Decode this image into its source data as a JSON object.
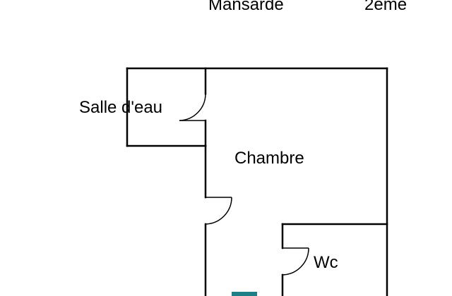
{
  "header": {
    "floor_name": "Mansarde",
    "floor_level": "2eme"
  },
  "rooms": {
    "bathroom": "Salle d'eau",
    "bedroom": "Chambre",
    "toilet": "Wc"
  },
  "colors": {
    "wall": "#000000",
    "background": "#ffffff",
    "stair_marker": "#1f7f86"
  }
}
